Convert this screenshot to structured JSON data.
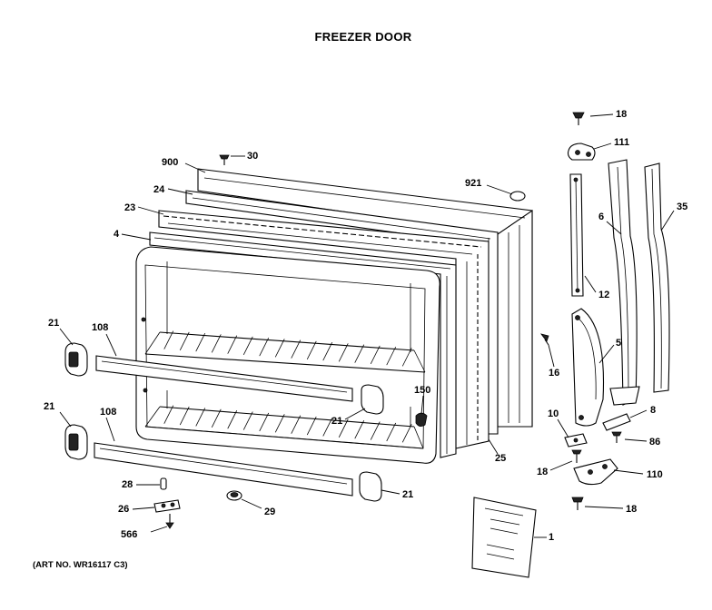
{
  "title": "FREEZER DOOR",
  "art_number": "(ART NO. WR16117 C3)",
  "callouts": {
    "c18a": "18",
    "c111": "111",
    "c6": "6",
    "c35": "35",
    "c12": "12",
    "c5": "5",
    "c16": "16",
    "c10": "10",
    "c8": "8",
    "c86": "86",
    "c18b": "18",
    "c110": "110",
    "c18c": "18",
    "c1": "1",
    "c900": "900",
    "c30": "30",
    "c24": "24",
    "c23": "23",
    "c4": "4",
    "c921": "921",
    "c21a": "21",
    "c108a": "108",
    "c21b": "21",
    "c108b": "108",
    "c150": "150",
    "c21c": "21",
    "c25": "25",
    "c28": "28",
    "c26": "26",
    "c29": "29",
    "c566": "566",
    "c21d": "21"
  }
}
